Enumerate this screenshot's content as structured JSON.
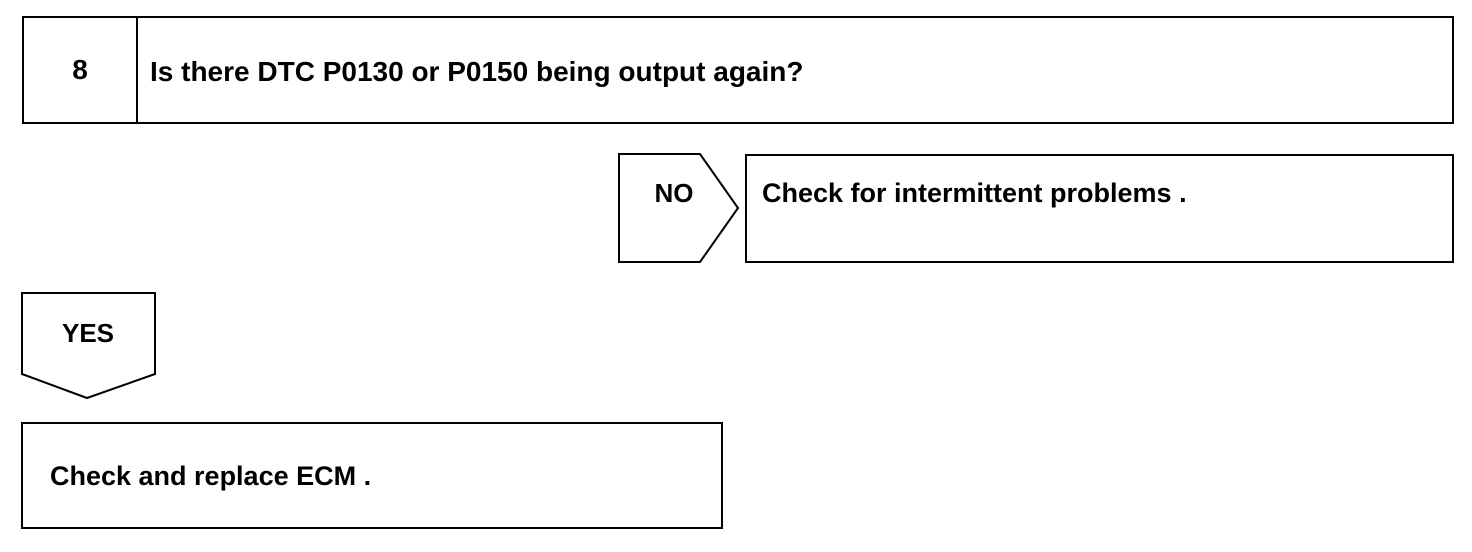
{
  "step": {
    "number": "8",
    "question": "Is there DTC P0130 or P0150 being output again?"
  },
  "branches": {
    "no": {
      "label": "NO",
      "action": "Check for intermittent problems ."
    },
    "yes": {
      "label": "YES",
      "action": "Check and replace ECM ."
    }
  },
  "colors": {
    "line": "#000000",
    "background": "#ffffff"
  }
}
